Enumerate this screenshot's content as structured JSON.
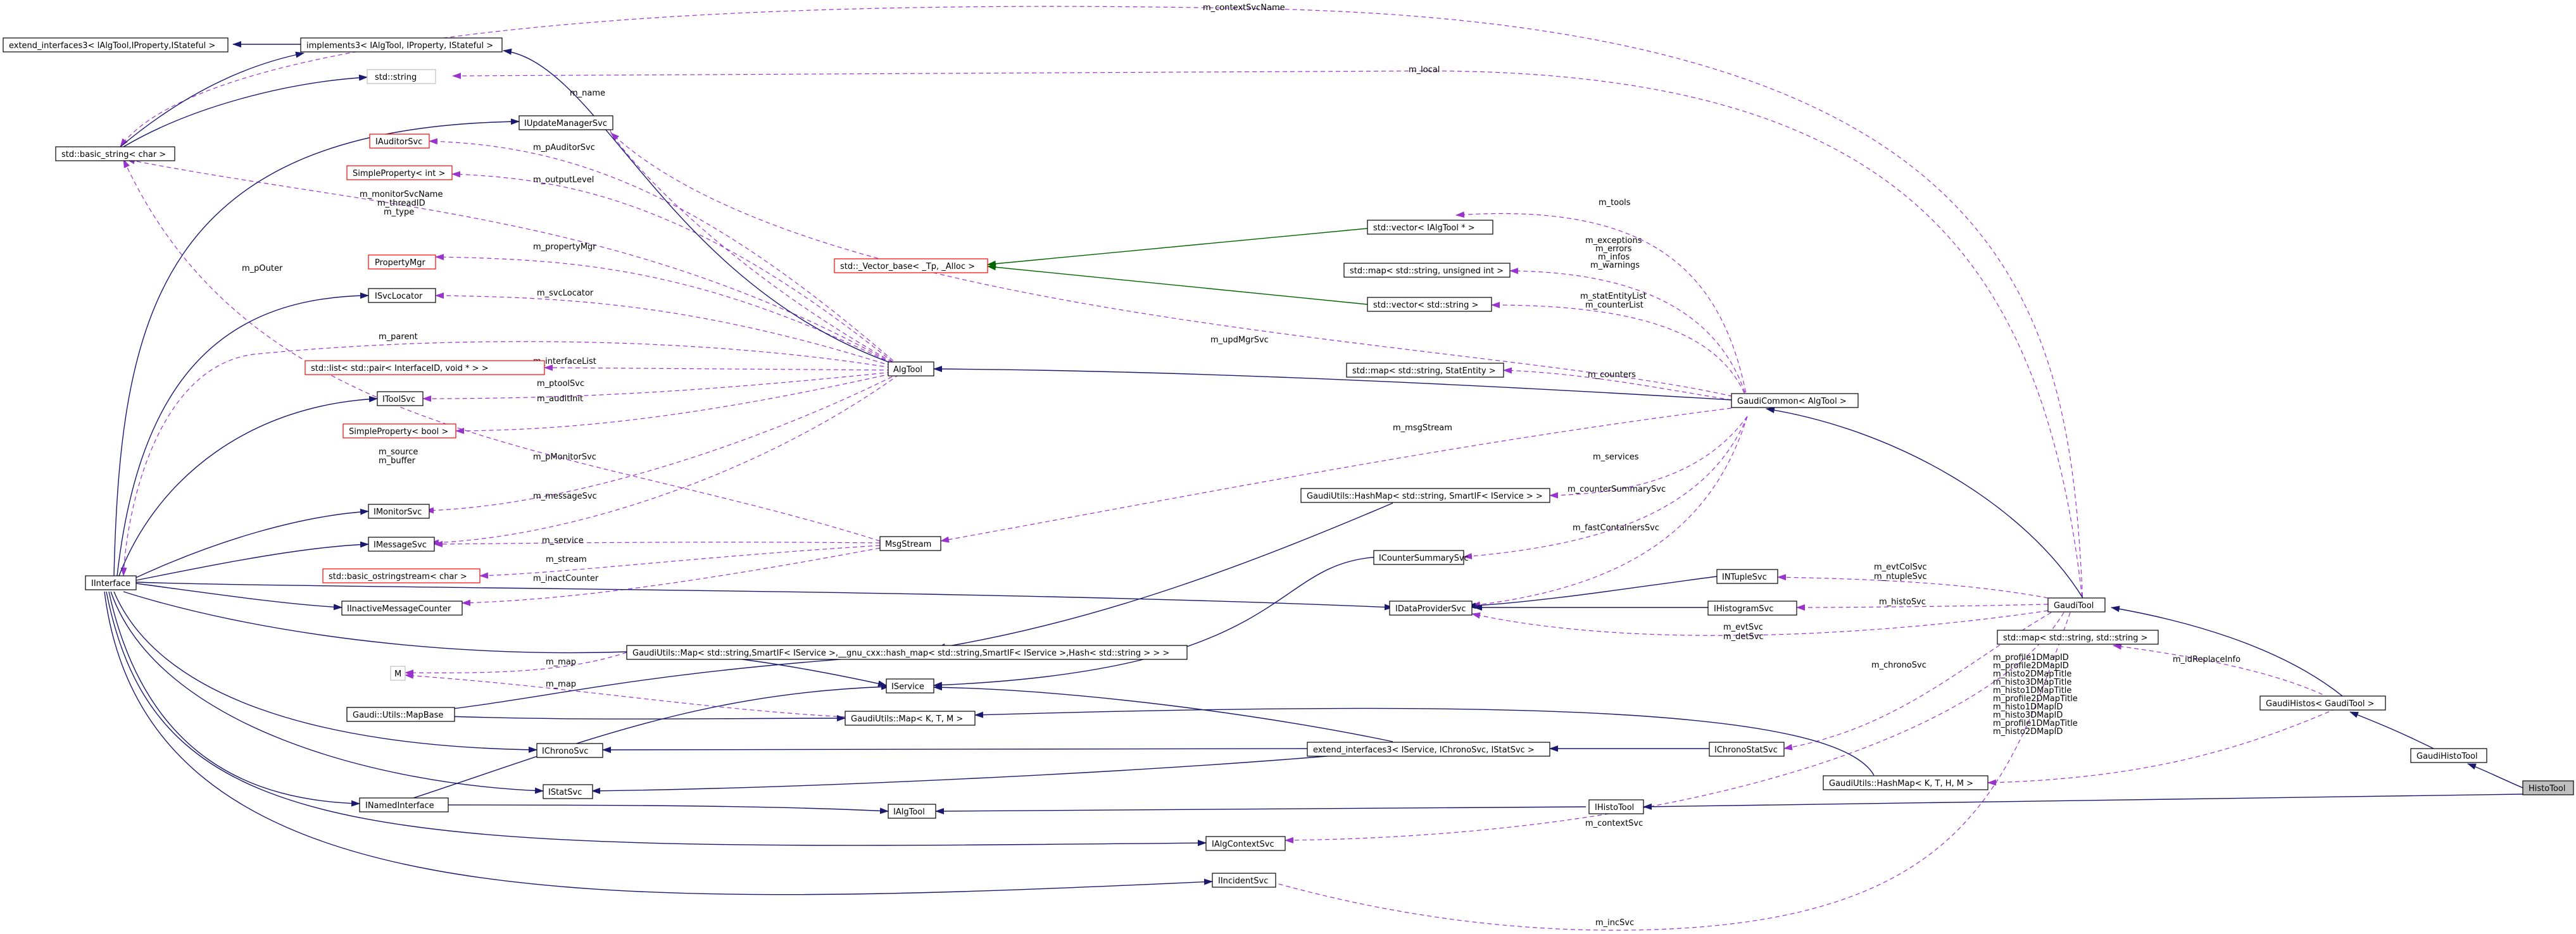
{
  "colors": {
    "node_border": "#000000",
    "node_border_undoc": "#ff0000",
    "node_fill": "#ffffff",
    "focus_fill": "#bfbfbf",
    "inherit_edge": "#191970",
    "template_edge": "#006400",
    "usage_edge": "#9a32cd"
  },
  "nodes": {
    "extend_interfaces3_algtool": "extend_interfaces3< IAlgTool,IProperty,IStateful >",
    "implements3_algtool": "implements3< IAlgTool, IProperty, IStateful >",
    "std_string": "std::string",
    "std_basic_string": "std::basic_string< char >",
    "iupdatemanagersvc": "IUpdateManagerSvc",
    "iauditorsvc": "IAuditorSvc",
    "simpleproperty_int": "SimpleProperty< int >",
    "propertymgr": "PropertyMgr",
    "isvclocator": "ISvcLocator",
    "std_list_pair": "std::list< std::pair< InterfaceID, void * > >",
    "itoolsvc": "IToolSvc",
    "simpleproperty_bool": "SimpleProperty< bool >",
    "imonitorsvc": "IMonitorSvc",
    "imessagesvc": "IMessageSvc",
    "iinterface": "IInterface",
    "std_basic_ostringstream": "std::basic_ostringstream< char >",
    "iinactivemessagecounter": "IInactiveMessageCounter",
    "m_node": "M",
    "gaudi_utils_mapbase": "Gaudi::Utils::MapBase",
    "ichronosvc": "IChronoSvc",
    "inamedinterface": "INamedInterface",
    "istatsvc": "IStatSvc",
    "std_vector_base": "std::_Vector_base< _Tp, _Alloc >",
    "std_vector_ialgtool": "std::vector< IAlgTool * >",
    "std_map_string_uint": "std::map< std::string, unsigned int >",
    "std_vector_string": "std::vector< std::string >",
    "algtool": "AlgTool",
    "std_map_statentity": "std::map< std::string, StatEntity >",
    "gaudicommon_algtool": "GaudiCommon< AlgTool >",
    "msgstream": "MsgStream",
    "hashmap_smartif": "GaudiUtils::HashMap< std::string, SmartIF< IService > >",
    "icountersummarysvc": "ICounterSummarySvc",
    "idataprovidersvc": "IDataProviderSvc",
    "ituplesvc": "INTupleSvc",
    "ihistogramsvc": "IHistogramSvc",
    "gaudiutils_map_gnu": "GaudiUtils::Map< std::string,SmartIF< IService >,__gnu_cxx::hash_map< std::string,SmartIF< IService >,Hash< std::string > > >",
    "iservice": "IService",
    "gaudiutils_map_ktm": "GaudiUtils::Map< K, T, M >",
    "extend_interfaces3_iservice": "extend_interfaces3< IService, IChronoSvc, IStatSvc >",
    "ichronostatsvc": "IChronoStatSvc",
    "gauditool": "GaudiTool",
    "std_map_string_string": "std::map< std::string, std::string >",
    "gaudihistos_gauditool": "GaudiHistos< GaudiTool >",
    "gaudihistotool": "GaudiHistoTool",
    "histotool": "HistoTool",
    "ihistotool": "IHistoTool",
    "gaudiutils_hashmap_ktm": "GaudiUtils::HashMap< K, T, H, M >",
    "ialgtool": "IAlgTool",
    "ialgcontextsvc": "IAlgContextSvc",
    "iincidentsvc": "IIncidentSvc"
  },
  "edge_labels": {
    "m_contextSvcName": "m_contextSvcName",
    "m_local": "m_local",
    "m_name": "m_name",
    "m_pAuditorSvc": "m_pAuditorSvc",
    "m_outputLevel": "m_outputLevel",
    "m_monitorSvcName": "m_monitorSvcName",
    "m_threadID": "m_threadID",
    "m_type": "m_type",
    "m_pOuter": "m_pOuter",
    "m_propertyMgr": "m_propertyMgr",
    "m_svcLocator": "m_svcLocator",
    "m_parent": "m_parent",
    "m_interfaceList": "m_interfaceList",
    "m_ptoolSvc": "m_ptoolSvc",
    "m_auditInit": "m_auditInit",
    "m_source": "m_source",
    "m_buffer": "m_buffer",
    "m_pMonitorSvc": "m_pMonitorSvc",
    "m_messageSvc": "m_messageSvc",
    "m_service": "m_service",
    "m_stream": "m_stream",
    "m_inactCounter": "m_inactCounter",
    "m_map_1": "m_map",
    "m_map_2": "m_map",
    "m_tools": "m_tools",
    "m_exceptions": "m_exceptions",
    "m_errors": "m_errors",
    "m_infos": "m_infos",
    "m_warnings": "m_warnings",
    "m_statEntityList": "m_statEntityList",
    "m_counterList": "m_counterList",
    "m_updMgrSvc": "m_updMgrSvc",
    "m_counters": "m_counters",
    "m_msgStream": "m_msgStream",
    "m_services": "m_services",
    "m_counterSummarySvc": "m_counterSummarySvc",
    "m_fastContainersSvc": "m_fastContainersSvc",
    "m_evtColSvc": "m_evtColSvc",
    "m_ntupleSvc": "m_ntupleSvc",
    "m_histoSvc": "m_histoSvc",
    "m_evtSvc": "m_evtSvc",
    "m_detSvc": "m_detSvc",
    "m_chronoSvc": "m_chronoSvc",
    "m_idReplaceInfo": "m_idReplaceInfo",
    "m_profile1DMapID": "m_profile1DMapID",
    "m_profile2DMapID": "m_profile2DMapID",
    "m_histo2DMapTitle": "m_histo2DMapTitle",
    "m_histo3DMapTitle": "m_histo3DMapTitle",
    "m_histo1DMapTitle": "m_histo1DMapTitle",
    "m_profile2DMapTitle": "m_profile2DMapTitle",
    "m_histo1DMapID": "m_histo1DMapID",
    "m_histo3DMapID": "m_histo3DMapID",
    "m_profile1DMapTitle": "m_profile1DMapTitle",
    "m_histo2DMapID": "m_histo2DMapID",
    "m_contextSvc": "m_contextSvc",
    "m_incSvc": "m_incSvc"
  }
}
